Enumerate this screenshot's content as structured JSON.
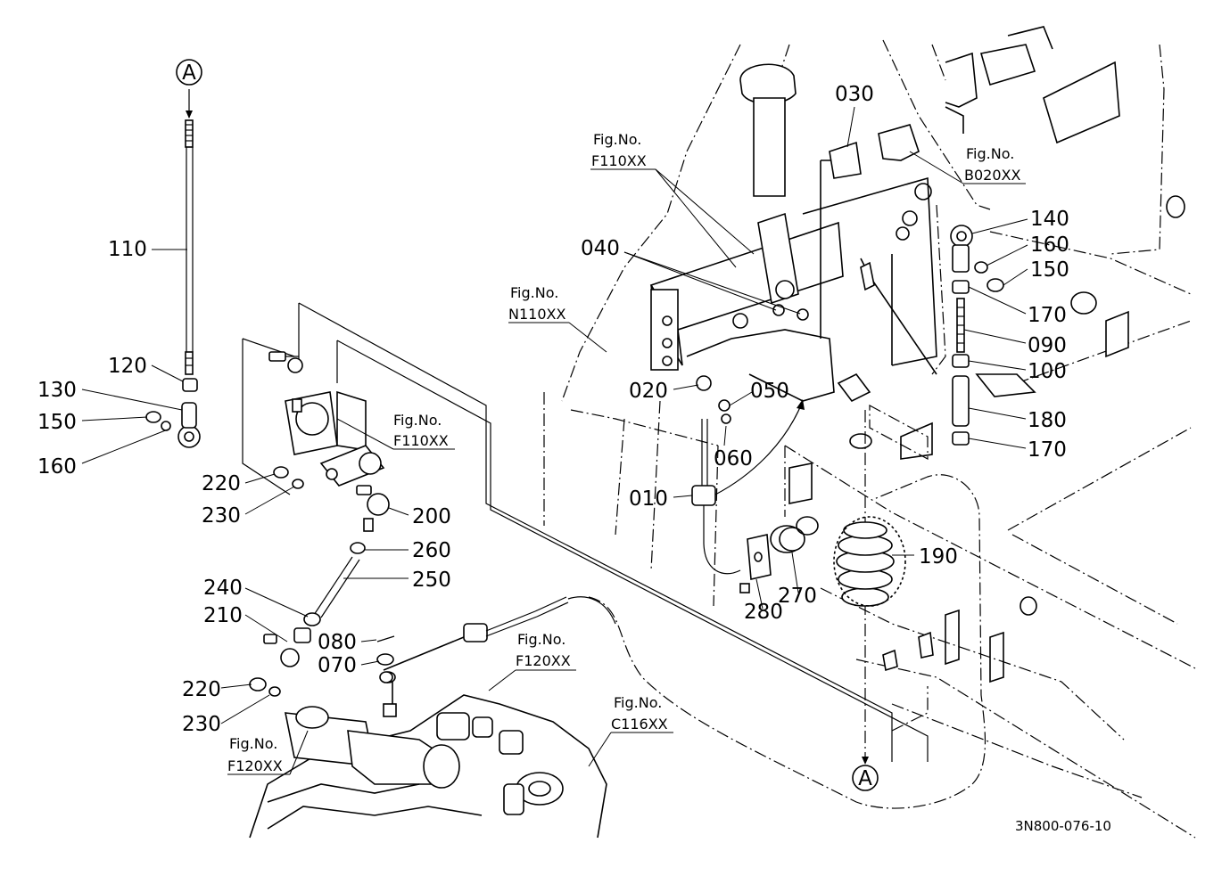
{
  "callouts": {
    "c010": "010",
    "c020": "020",
    "c030": "030",
    "c040": "040",
    "c050": "050",
    "c060": "060",
    "c070": "070",
    "c080": "080",
    "c090": "090",
    "c100": "100",
    "c110": "110",
    "c120": "120",
    "c130": "130",
    "c140": "140",
    "c150_left": "150",
    "c150_right": "150",
    "c160_left": "160",
    "c160_right": "160",
    "c170_top": "170",
    "c170_bottom": "170",
    "c180": "180",
    "c190": "190",
    "c200": "200",
    "c210": "210",
    "c220_top": "220",
    "c220_bottom": "220",
    "c230_top": "230",
    "c230_bottom": "230",
    "c240": "240",
    "c250": "250",
    "c260": "260",
    "c270": "270",
    "c280": "280"
  },
  "figure_refs": {
    "fig_prefix": "Fig.No.",
    "f110_top": "F110XX",
    "f110_left": "F110XX",
    "b020": "B020XX",
    "n110": "N110XX",
    "f120_mid": "F120XX",
    "f120_left": "F120XX",
    "c116": "C116XX"
  },
  "connectors": {
    "a_top": "A",
    "a_bottom": "A"
  },
  "drawing_code": "3N800-076-10"
}
